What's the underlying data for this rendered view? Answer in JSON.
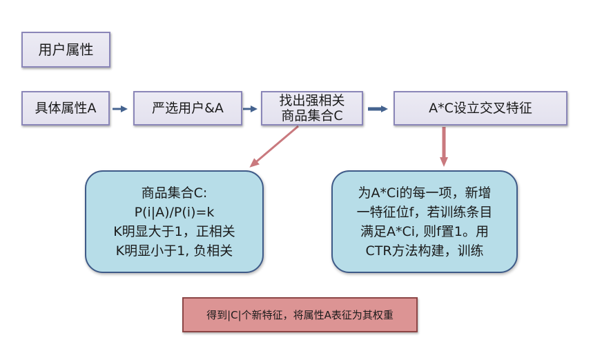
{
  "title": "用户属性",
  "steps": [
    {
      "label": "具体属性A"
    },
    {
      "label": "严选用户&A"
    },
    {
      "label_line1": "找出强相关",
      "label_line2": "商品集合C"
    },
    {
      "label": "A*C设立交叉特征"
    }
  ],
  "left_note": {
    "lines": [
      "商品集合C:",
      "P(i|A)/P(i)=k",
      "K明显大于1，正相关",
      "K明显小于1, 负相关"
    ]
  },
  "right_note": {
    "lines": [
      "为A*Ci的每一项，新增",
      "一特征位f，若训练条目",
      "满足A*Ci, 则f置1。用",
      "CTR方法构建，训练"
    ]
  },
  "result": "得到|C|个新特征，将属性A表征为其权重",
  "colors": {
    "box_fill": "#e8e6f1",
    "box_border": "#8a86b8",
    "bubble_fill": "#b7dde8",
    "bubble_border": "#3e5a88",
    "result_fill": "#dc9494",
    "arrow_blue": "#44638f",
    "arrow_pink": "#c9797e"
  }
}
